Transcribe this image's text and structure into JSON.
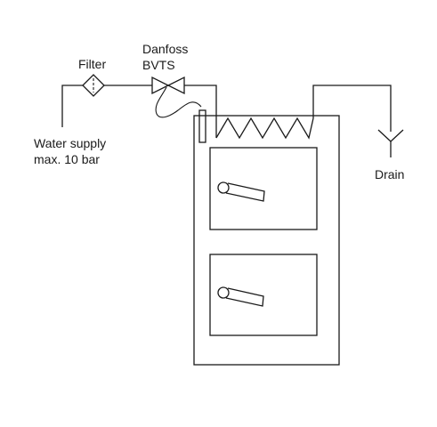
{
  "labels": {
    "filter": "Filter",
    "valve_line1": "Danfoss",
    "valve_line2": "BVTS",
    "supply_line1": "Water supply",
    "supply_line2": "max. 10 bar",
    "drain": "Drain"
  }
}
